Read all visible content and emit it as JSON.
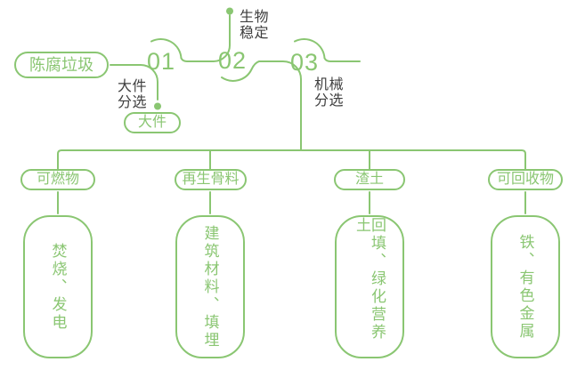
{
  "colors": {
    "green": "#8AC672",
    "ink": "#3E3E3E",
    "bg": "#FFFFFF"
  },
  "root": {
    "label": "陈腐垃圾"
  },
  "steps": [
    {
      "number": "01",
      "process": "大件分选",
      "output": "大件"
    },
    {
      "number": "02",
      "process": "生物稳定"
    },
    {
      "number": "03",
      "process": "机械分选"
    }
  ],
  "branches": [
    {
      "label": "可燃物",
      "detail": "焚烧、发电"
    },
    {
      "label": "再生骨料",
      "detail": "建筑材料、填埋"
    },
    {
      "label": "渣土",
      "detail": "回填、绿化营养土"
    },
    {
      "label": "可回收物",
      "detail": "铁、有色金属"
    }
  ]
}
